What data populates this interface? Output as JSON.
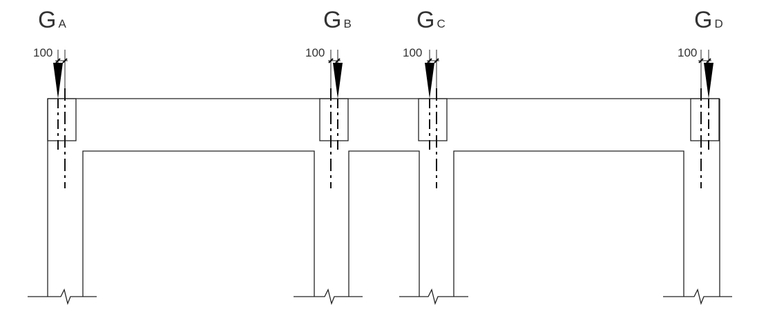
{
  "diagram": {
    "type": "structural frame elevation with eccentric column loads",
    "columns": [
      {
        "id": "A",
        "symbol": "G",
        "subscript": "A",
        "offset": "100"
      },
      {
        "id": "B",
        "symbol": "G",
        "subscript": "B",
        "offset": "100"
      },
      {
        "id": "C",
        "symbol": "G",
        "subscript": "C",
        "offset": "100"
      },
      {
        "id": "D",
        "symbol": "G",
        "subscript": "D",
        "offset": "100"
      }
    ],
    "colors": {
      "line": "#222222",
      "text": "#333333",
      "load": "#000000"
    }
  }
}
